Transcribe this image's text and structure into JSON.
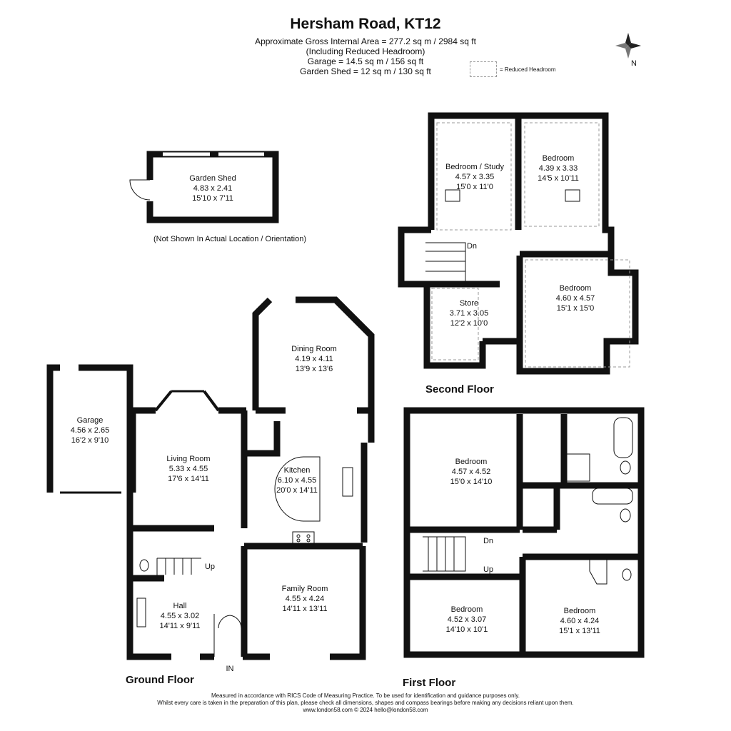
{
  "header": {
    "title": "Hersham Road, KT12",
    "lines": [
      "Approximate Gross Internal Area = 277.2 sq m / 2984 sq ft",
      "(Including Reduced Headroom)",
      "Garage = 14.5 sq m / 156 sq ft",
      "Garden Shed = 12 sq m / 130 sq ft"
    ],
    "legend": "= Reduced Headroom",
    "compass": "N"
  },
  "shed_note": "(Not Shown In Actual Location / Orientation)",
  "floors": {
    "ground": "Ground Floor",
    "first": "First Floor",
    "second": "Second Floor"
  },
  "rooms": {
    "garden_shed": {
      "name": "Garden Shed",
      "metric": "4.83 x 2.41",
      "imperial": "15'10 x 7'11"
    },
    "garage": {
      "name": "Garage",
      "metric": "4.56 x 2.65",
      "imperial": "16'2 x 9'10"
    },
    "living": {
      "name": "Living Room",
      "metric": "5.33 x 4.55",
      "imperial": "17'6 x 14'11"
    },
    "dining": {
      "name": "Dining Room",
      "metric": "4.19 x 4.11",
      "imperial": "13'9 x 13'6"
    },
    "kitchen": {
      "name": "Kitchen",
      "metric": "6.10 x 4.55",
      "imperial": "20'0 x 14'11"
    },
    "family": {
      "name": "Family Room",
      "metric": "4.55 x 4.24",
      "imperial": "14'11 x 13'11"
    },
    "hall": {
      "name": "Hall",
      "metric": "4.55 x 3.02",
      "imperial": "14'11 x 9'11"
    },
    "bed_study": {
      "name": "Bedroom / Study",
      "metric": "4.57 x 3.35",
      "imperial": "15'0 x 11'0"
    },
    "sf_bed1": {
      "name": "Bedroom",
      "metric": "4.39 x 3.33",
      "imperial": "14'5 x 10'11"
    },
    "store": {
      "name": "Store",
      "metric": "3.71 x 3.05",
      "imperial": "12'2 x 10'0"
    },
    "sf_bed2": {
      "name": "Bedroom",
      "metric": "4.60 x 4.57",
      "imperial": "15'1 x 15'0"
    },
    "ff_bed1": {
      "name": "Bedroom",
      "metric": "4.57 x 4.52",
      "imperial": "15'0 x 14'10"
    },
    "ff_bed2": {
      "name": "Bedroom",
      "metric": "4.52 x 3.07",
      "imperial": "14'10 x 10'1"
    },
    "ff_bed3": {
      "name": "Bedroom",
      "metric": "4.60 x 4.24",
      "imperial": "15'1 x 13'11"
    }
  },
  "stair_labels": {
    "up": "Up",
    "dn": "Dn",
    "in": "IN"
  },
  "footer": [
    "Measured in accordance with RICS Code of Measuring Practice. To be used for identification and guidance purposes only.",
    "Whilst every care is taken in the preparation of this plan, please check all dimensions, shapes and compass bearings before making any decisions reliant upon them.",
    "www.london58.com © 2024 hello@london58.com"
  ]
}
